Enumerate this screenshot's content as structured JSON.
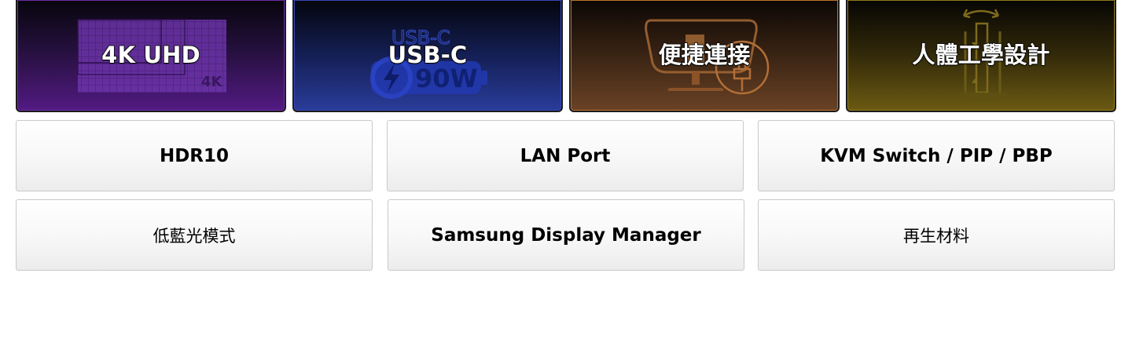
{
  "hero_cards": [
    {
      "id": "4k",
      "label": "4K UHD",
      "art_text": "4K",
      "accent": "#6d2aa8"
    },
    {
      "id": "usbc",
      "label": "USB-C",
      "art_text_top": "USB-C",
      "art_text_power": "90W",
      "accent": "#3448b8"
    },
    {
      "id": "conn",
      "label": "便捷連接",
      "accent": "#b9742e"
    },
    {
      "id": "ergo",
      "label": "人體工學設計",
      "accent": "#8f7a1a"
    }
  ],
  "features": [
    {
      "label": "HDR10"
    },
    {
      "label": "LAN Port"
    },
    {
      "label": "KVM Switch / PIP / PBP"
    },
    {
      "label": "低藍光模式"
    },
    {
      "label": "Samsung Display Manager"
    },
    {
      "label": "再生材料"
    }
  ],
  "colors": {
    "button_border": "#c9c9c9",
    "button_text": "#000000",
    "hero_text": "#ffffff"
  }
}
